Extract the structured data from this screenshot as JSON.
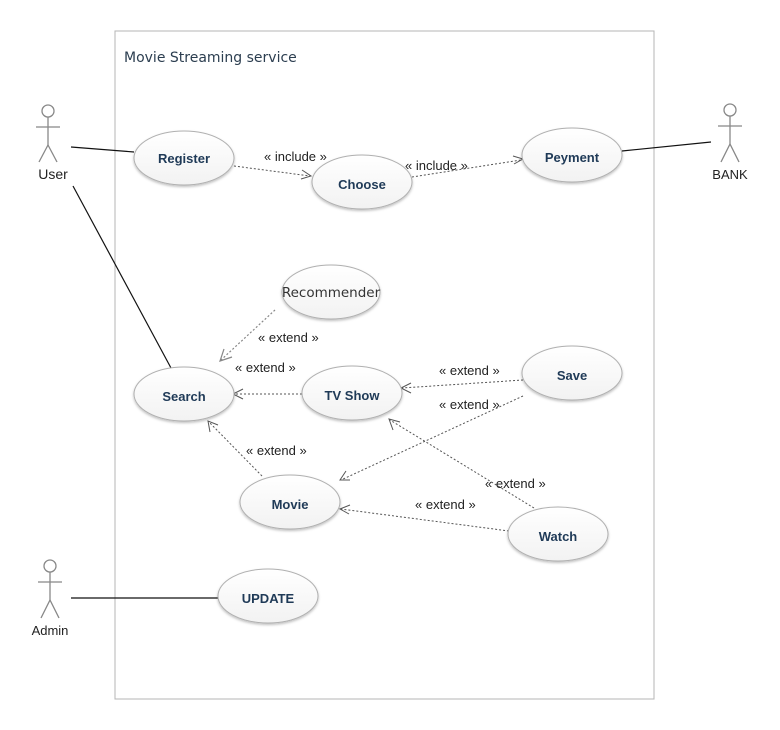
{
  "system": {
    "title": "Movie Streaming service"
  },
  "actors": {
    "user": "User",
    "bank": "BANK",
    "admin": "Admin"
  },
  "use_cases": {
    "register": "Register",
    "choose": "Choose",
    "peyment": "Peyment",
    "recommender": "Recommender",
    "search": "Search",
    "tv_show": "TV Show",
    "save": "Save",
    "movie": "Movie",
    "watch": "Watch",
    "update": "UPDATE"
  },
  "relations": {
    "register_choose": "« include »",
    "choose_peyment": "« include »",
    "recommender_search": "« extend »",
    "tvshow_search": "« extend »",
    "save_tvshow": "« extend »",
    "save_movie": "« extend »",
    "watch_tvshow": "« extend »",
    "movie_search": "« extend »",
    "watch_movie": "« extend »"
  }
}
